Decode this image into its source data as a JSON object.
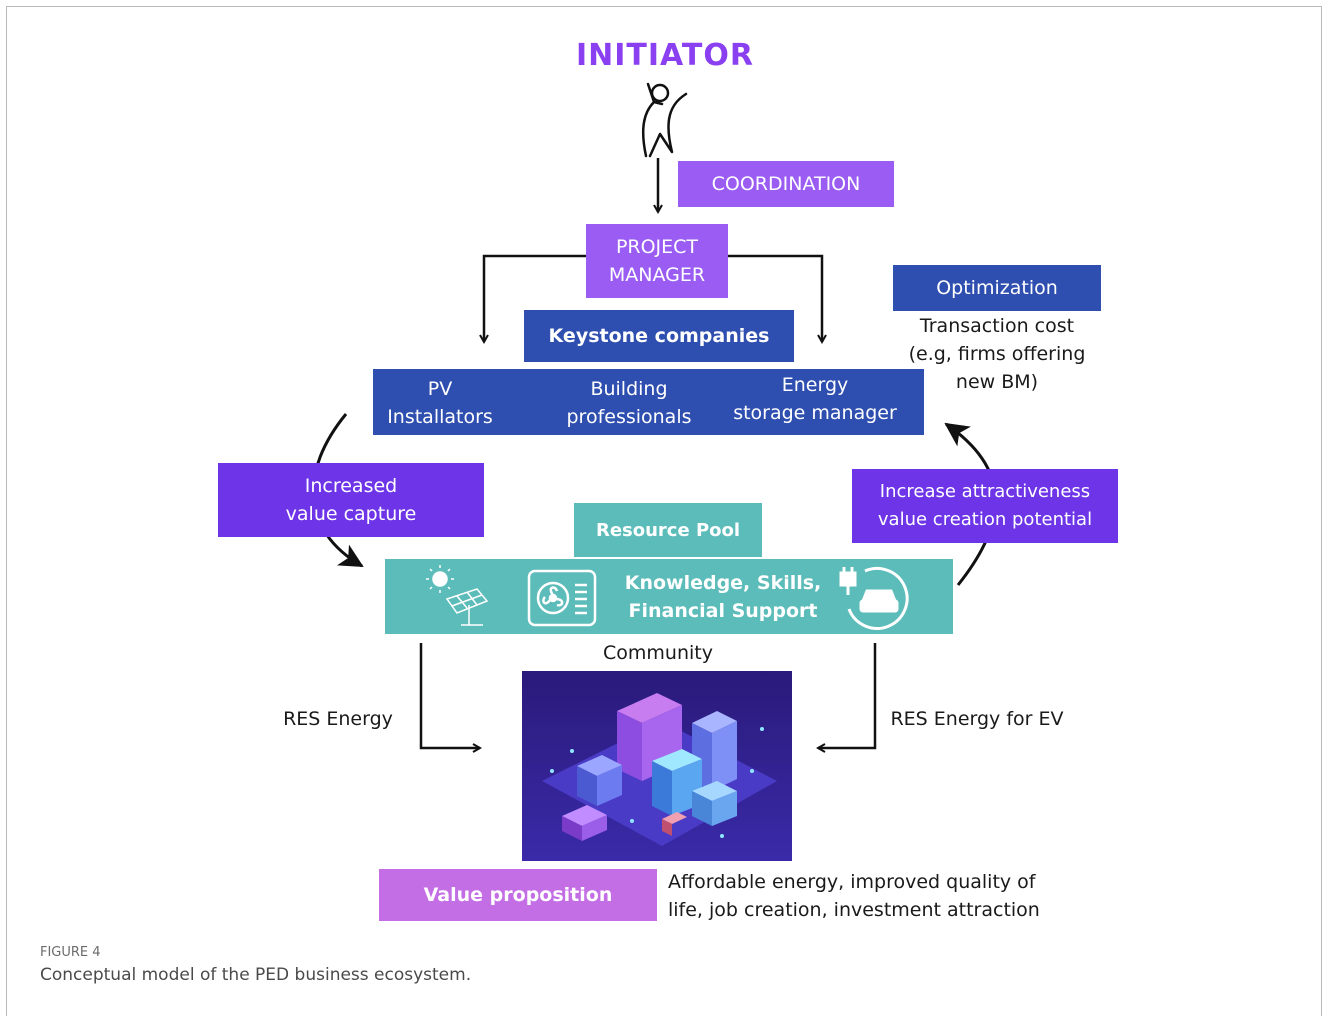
{
  "initiator": "INITIATOR",
  "coordination": "COORDINATION",
  "project_manager": "PROJECT\nMANAGER",
  "keystone": "Keystone companies",
  "optimization": "Optimization",
  "transaction_cost": "Transaction cost\n(e.g, firms offering\nnew BM)",
  "keystone_members": {
    "pv": "PV\nInstallators",
    "building": "Building\nprofessionals",
    "energy_storage": "Energy\nstorage manager"
  },
  "increased_value_capture": "Increased\nvalue capture",
  "increase_attractiveness": "Increase attractiveness\nvalue creation potential",
  "resource_pool": "Resource Pool",
  "resources": "Knowledge, Skills,\nFinancial Support",
  "community": "Community",
  "res_energy": "RES Energy",
  "res_energy_ev": "RES Energy for EV",
  "value_proposition": "Value proposition",
  "value_proposition_text": "Affordable energy, improved quality of\nlife, job creation, investment attraction",
  "figure_label": "FIGURE 4",
  "caption": "Conceptual model of the PED business ecosystem.",
  "colors": {
    "initiator": "#8a3ff0",
    "purple": "#9a5cf3",
    "violet": "#6d34e8",
    "blue": "#2e4fb0",
    "teal": "#5cbcb9",
    "lilac": "#c46ee6"
  }
}
